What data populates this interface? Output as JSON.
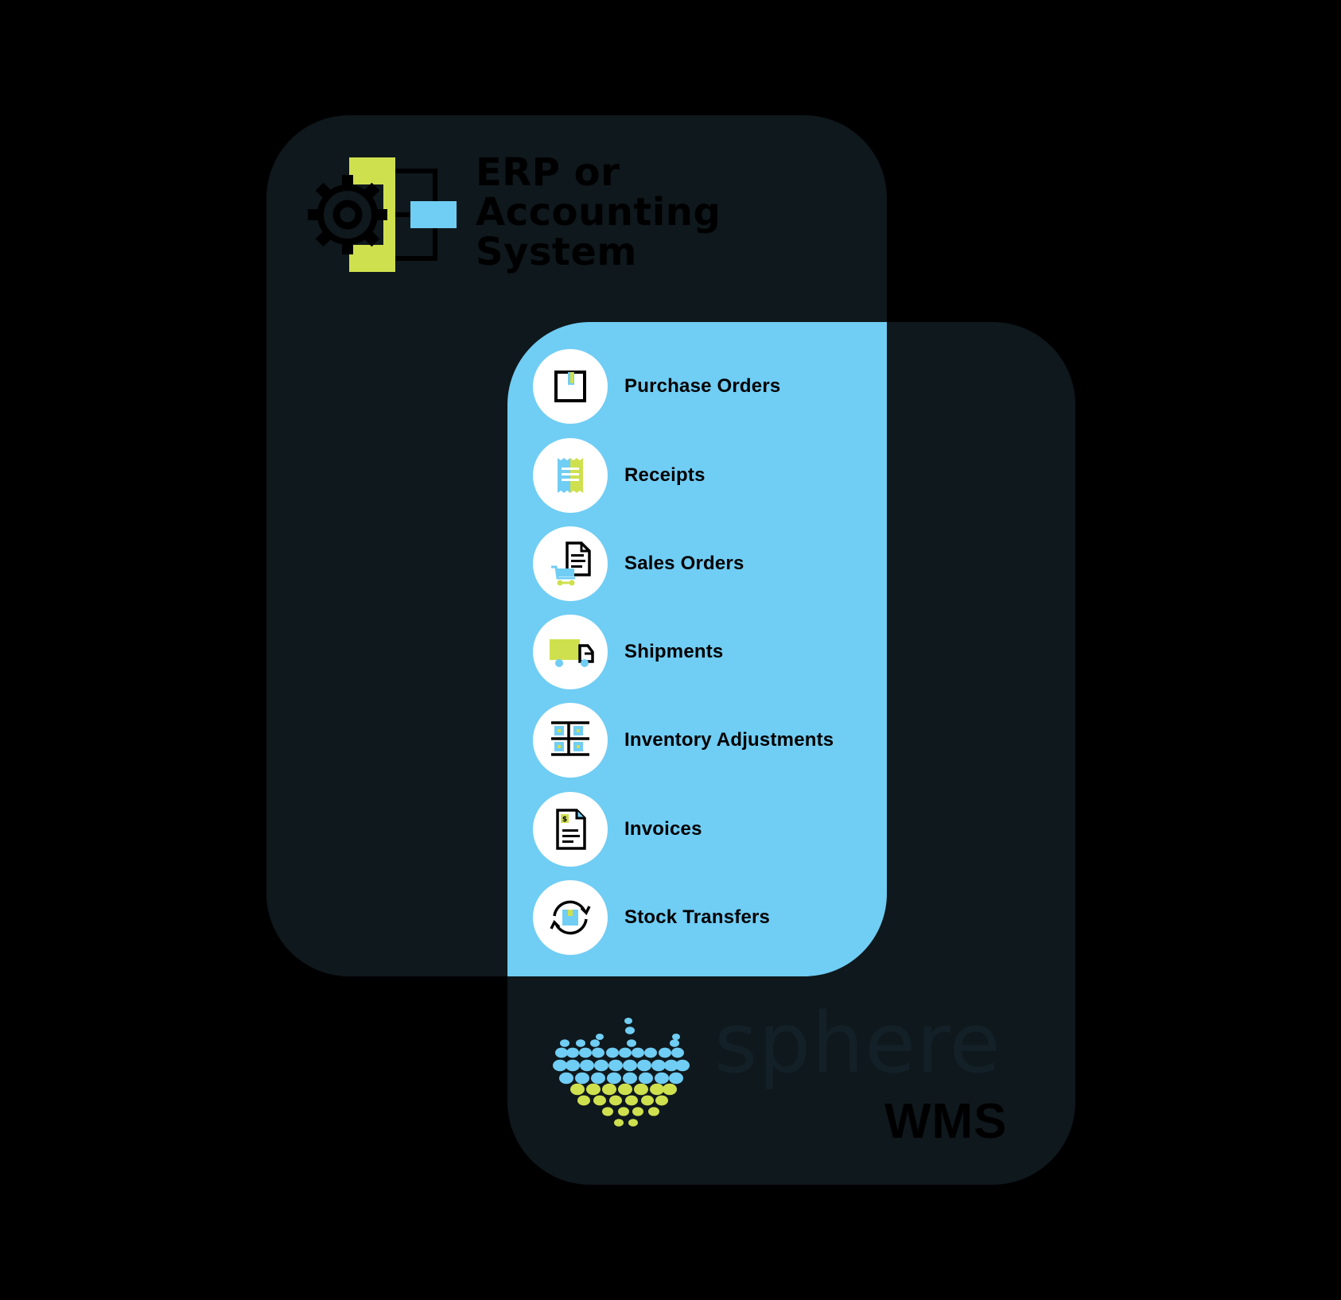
{
  "erp": {
    "title_lines": [
      "ERP or",
      "Accounting",
      "System"
    ],
    "icon": "gear-workflow-icon"
  },
  "documents": [
    {
      "label": "Purchase Orders",
      "icon": "box-icon"
    },
    {
      "label": "Receipts",
      "icon": "receipt-icon"
    },
    {
      "label": "Sales Orders",
      "icon": "document-cart-icon"
    },
    {
      "label": "Shipments",
      "icon": "truck-icon"
    },
    {
      "label": "Inventory Adjustments",
      "icon": "shelving-icon"
    },
    {
      "label": "Invoices",
      "icon": "invoice-icon"
    },
    {
      "label": "Stock Transfers",
      "icon": "transfer-icon"
    }
  ],
  "brand": {
    "word": "sphere",
    "suffix": "WMS",
    "icon": "dotted-globe-logo"
  },
  "colors": {
    "background": "#000000",
    "panel": "#0f181c",
    "overlap": "#70cdf4",
    "lime": "#cfe04e",
    "blue": "#70cdf4",
    "icon_circle": "#ffffff"
  }
}
